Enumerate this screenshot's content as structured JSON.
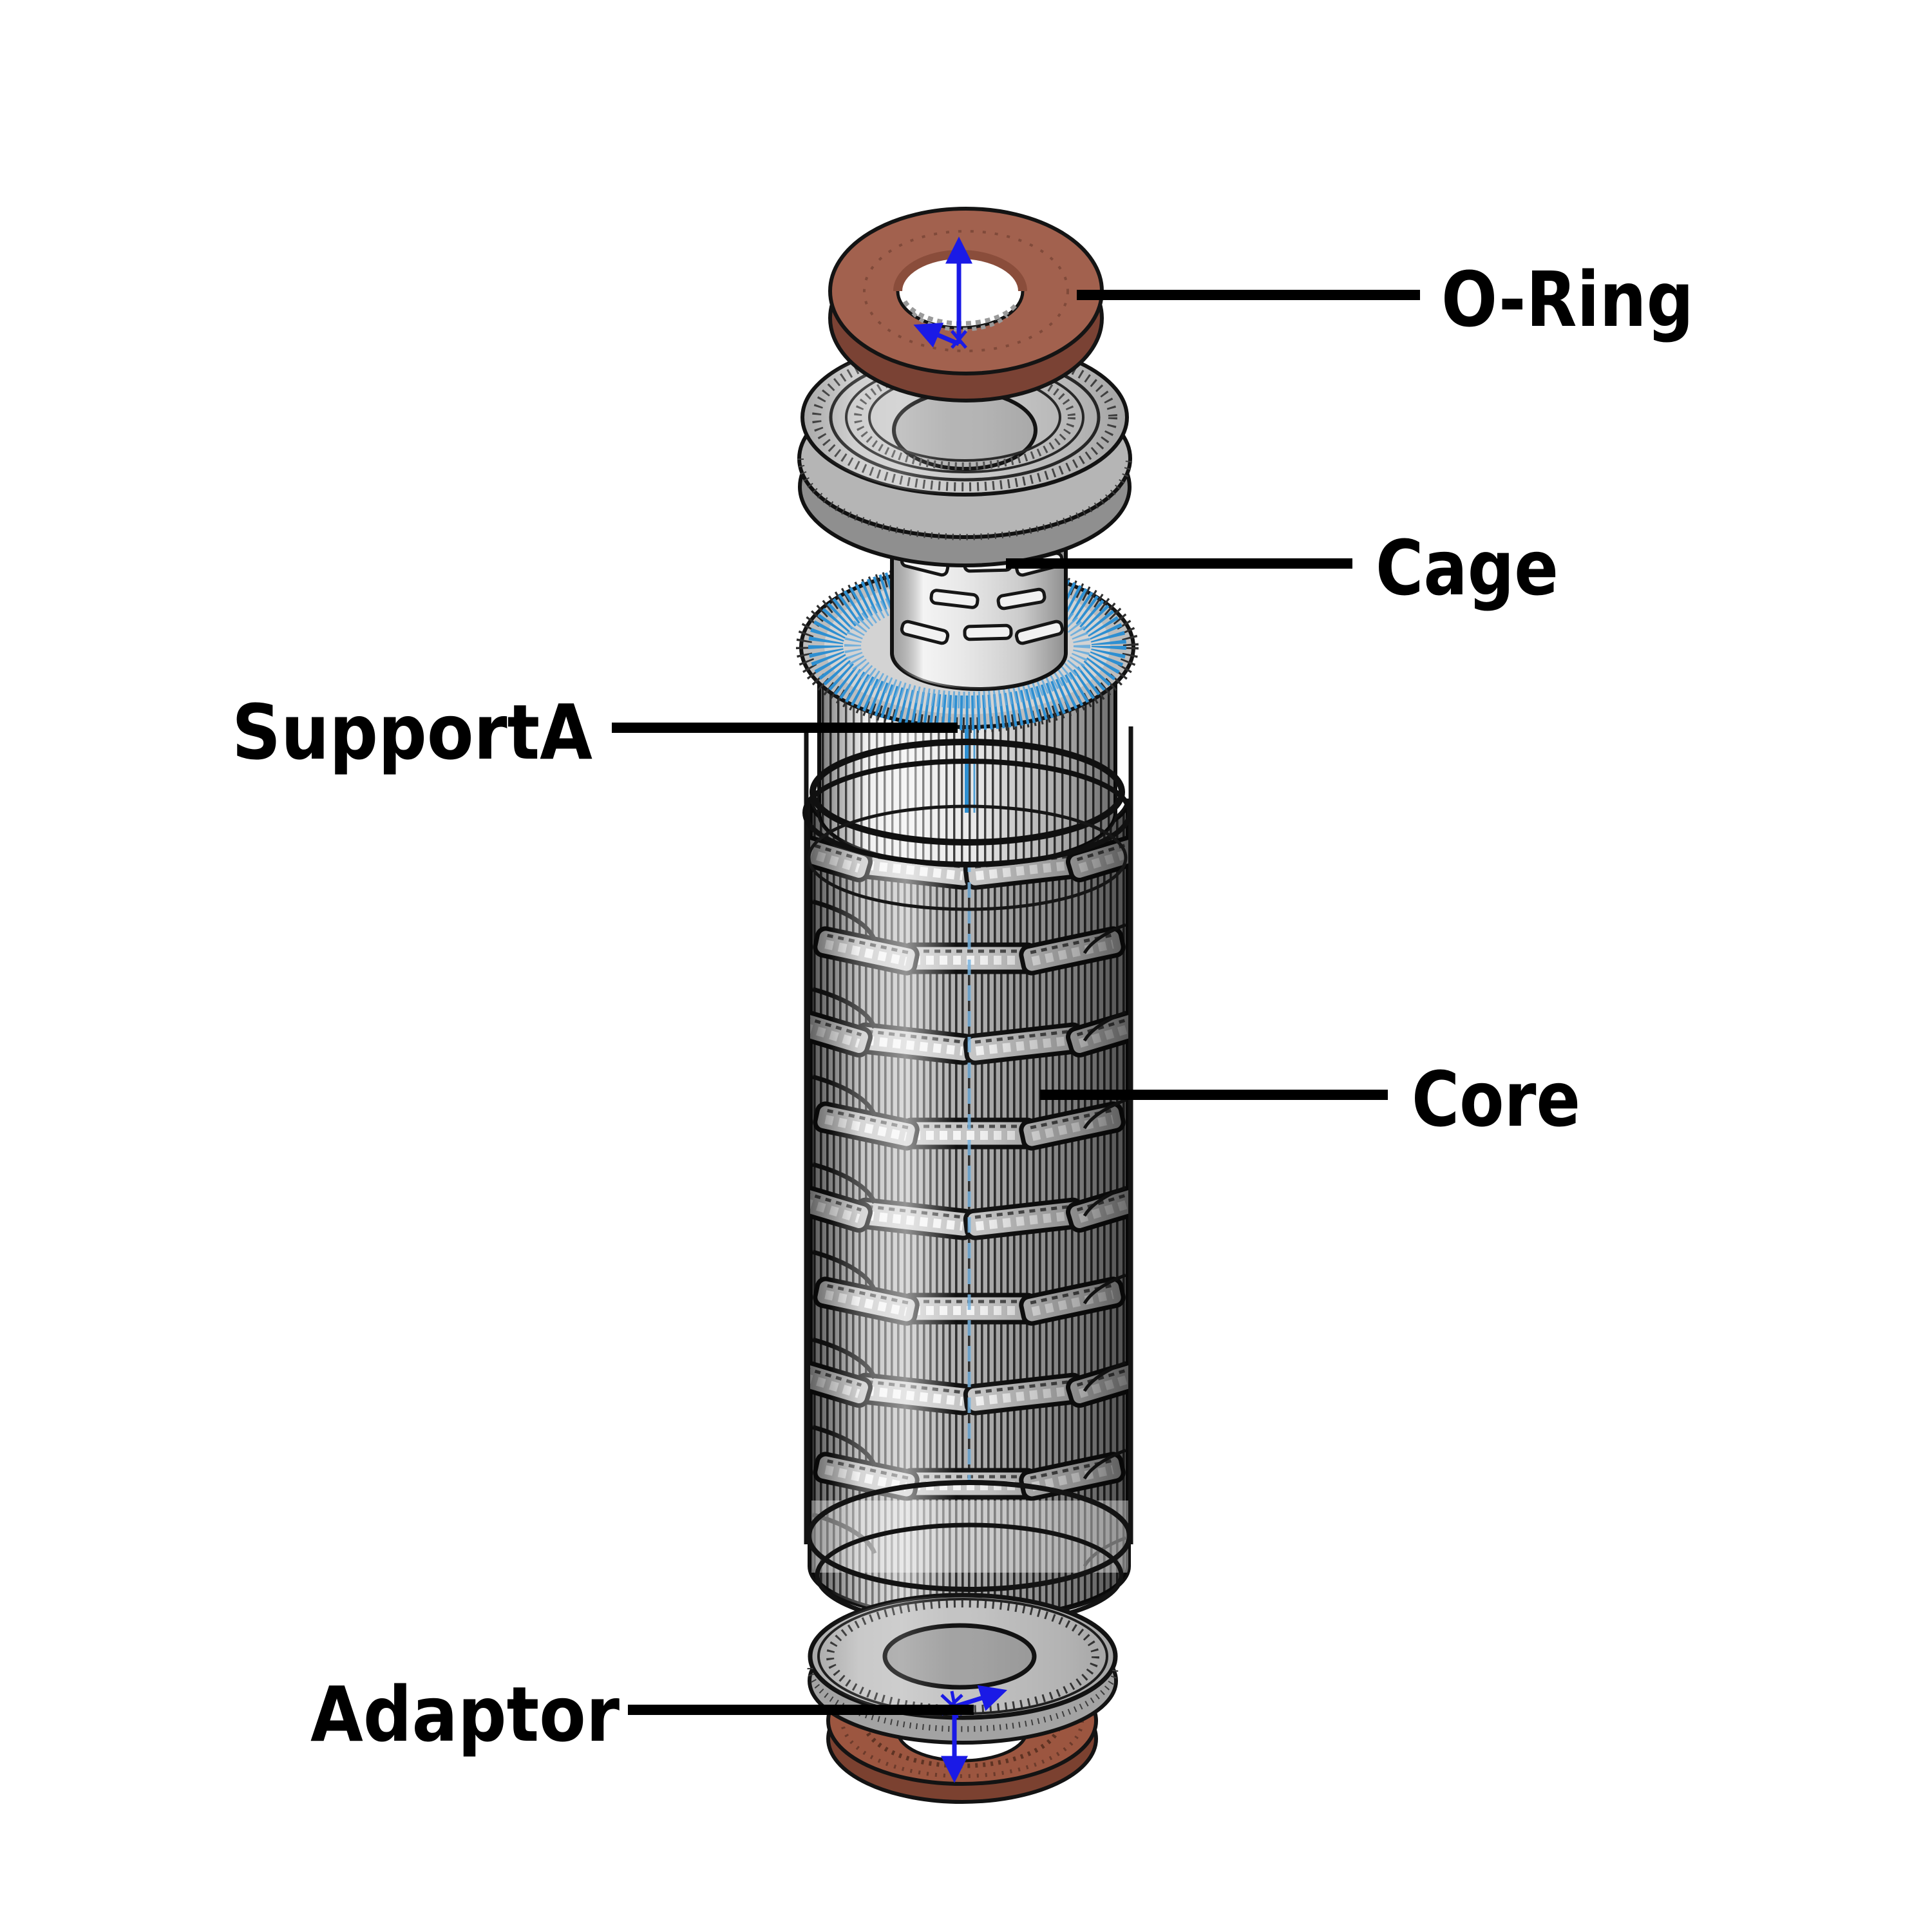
{
  "diagram": {
    "type": "exploded-assembly-cad",
    "background": "#FFFFFF",
    "parts": [
      {
        "id": "o-ring",
        "label": "O-Ring"
      },
      {
        "id": "cage",
        "label": "Cage"
      },
      {
        "id": "supporta",
        "label": "SupportA"
      },
      {
        "id": "core",
        "label": "Core"
      },
      {
        "id": "adaptor",
        "label": "Adaptor"
      }
    ],
    "colors": {
      "oring_brown_top": "#A2614E",
      "oring_brown_side": "#7A4234",
      "adaptor_ring_brown": "#9C5640",
      "adaptor_ring_brown_side": "#7B4130",
      "pleat_blue": "#2E8FD1",
      "axis_blue": "#1A1AE6",
      "leader_black": "#000000",
      "metal_light": "#CBCBCB",
      "metal_mid": "#B5B5B5",
      "core_gray": "#AFAFAF"
    },
    "icons": [
      {
        "name": "axis-triad-icon-top"
      },
      {
        "name": "axis-triad-icon-bottom"
      }
    ]
  }
}
